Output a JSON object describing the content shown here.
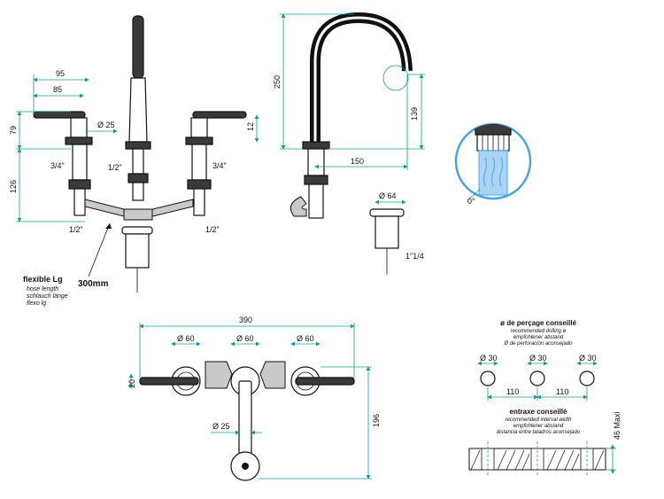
{
  "dims": {
    "d95": "95",
    "d85": "85",
    "d79": "79",
    "d126": "126",
    "d25": "Ø 25",
    "d12": "12",
    "t34l": "3/4\"",
    "t12c": "1/2\"",
    "t34r": "3/4\"",
    "t12l": "1/2\"",
    "t12r": "1/2\"",
    "d250": "250",
    "d139": "139",
    "d150": "150",
    "d64": "Ø 64",
    "t114": "1\"1/4",
    "d0": "0°",
    "d390": "390",
    "d60a": "Ø 60",
    "d60b": "Ø 60",
    "d60c": "Ø 60",
    "d20": "20",
    "d196": "196",
    "d25b": "Ø 25",
    "d30a": "Ø 30",
    "d30b": "Ø 30",
    "d30c": "Ø 30",
    "d110a": "110",
    "d110b": "110",
    "d46": "46 Maxi"
  },
  "hose": {
    "length": "300mm",
    "title": "flexible Lg",
    "en": "hose length",
    "de": "schlauch länge",
    "es": "flexo lg"
  },
  "drilling": {
    "title": "ø de perçage conseillé",
    "en": "recommended drilling ø",
    "de": "empfohlener abstand",
    "es": "Ø de perforación aconsejado"
  },
  "spacing": {
    "title": "entraxe conseillé",
    "en": "recommended interval width",
    "de": "empfohlener abstand",
    "es": "distancia entre taladros aconsejado"
  },
  "colors": {
    "dimension": "#1a9a8a",
    "highlight": "#4aa3e6"
  }
}
